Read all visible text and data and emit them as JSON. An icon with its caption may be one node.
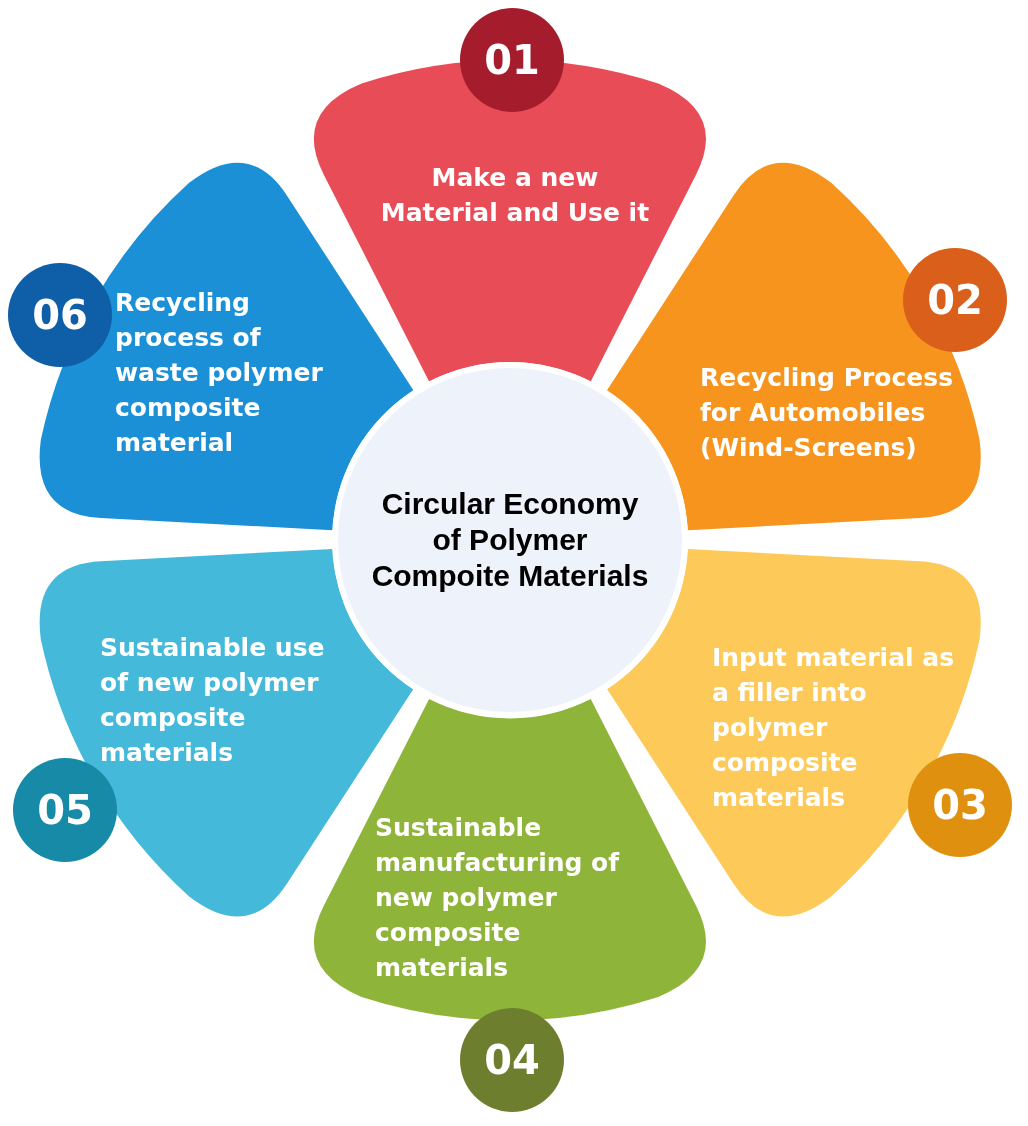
{
  "diagram": {
    "nodes": [
      {
        "text": [
          "Circular Economy of Polymer Compoite Materials"
        ]
      },
      {
        "text": [
          "01"
        ]
      },
      {
        "text": [
          "Make a new Material and Use it"
        ]
      },
      {
        "text": [
          "02"
        ]
      },
      {
        "text": [
          "Recycling Process for Automobiles (Wind-Screens)"
        ]
      },
      {
        "text": [
          "03"
        ]
      },
      {
        "text": [
          "Input material as a filler into polymer composite materials"
        ]
      },
      {
        "text": [
          "04"
        ]
      },
      {
        "text": [
          "Sustainable manufacturing of new polymer composite materials"
        ]
      },
      {
        "text": [
          "05"
        ]
      },
      {
        "text": [
          "Sustainable use of new polymer composite materials"
        ]
      },
      {
        "text": [
          "06"
        ]
      },
      {
        "text": [
          "Recycling process of waste polymer composite material"
        ]
      }
    ]
  }
}
